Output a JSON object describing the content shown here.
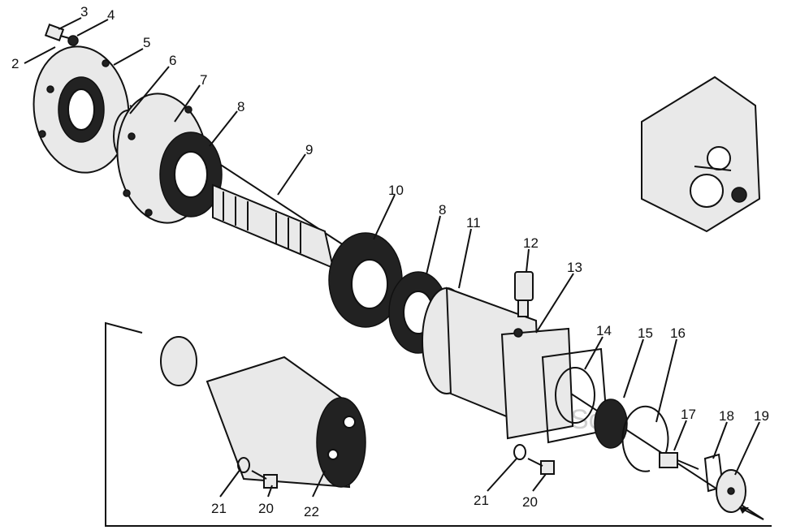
{
  "callouts": {
    "c2": "2",
    "c3": "3",
    "c4": "4",
    "c5": "5",
    "c6": "6",
    "c7": "7",
    "c8a": "8",
    "c8b": "8",
    "c9": "9",
    "c10": "10",
    "c11": "11",
    "c12": "12",
    "c13": "13",
    "c14": "14",
    "c15": "15",
    "c16": "16",
    "c17": "17",
    "c18": "18",
    "c19": "19",
    "c20a": "20",
    "c20b": "20",
    "c21a": "21",
    "c21b": "21",
    "c22": "22"
  },
  "watermark": "AutoSoft"
}
